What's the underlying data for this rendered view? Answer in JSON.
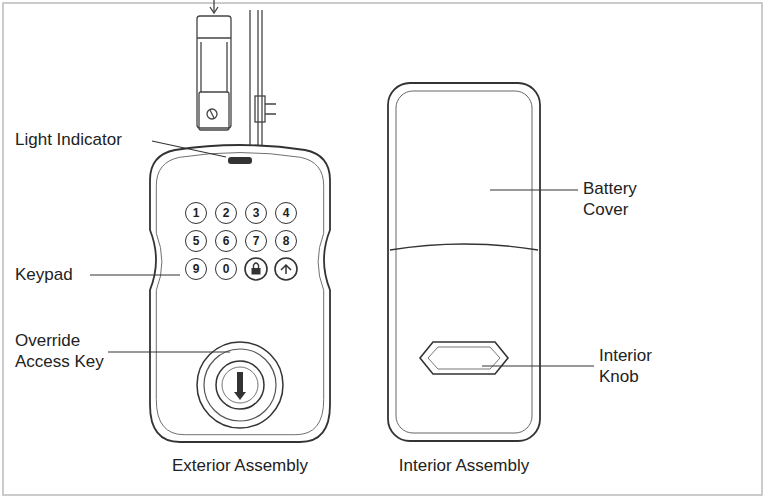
{
  "diagram": {
    "nodes": [
      {
        "text": [
          "1"
        ]
      },
      {
        "text": [
          "2"
        ]
      },
      {
        "text": [
          "3"
        ]
      },
      {
        "text": [
          "4"
        ]
      },
      {
        "text": [
          "5"
        ]
      },
      {
        "text": [
          "6"
        ]
      },
      {
        "text": [
          "7"
        ]
      },
      {
        "text": [
          "8"
        ]
      },
      {
        "text": [
          "9"
        ]
      },
      {
        "text": [
          "0"
        ]
      }
    ],
    "labels": [
      "Light Indicator",
      "Keypad",
      "Override Access Key",
      "Exterior Assembly",
      "Battery Cover",
      "Interior Knob",
      "Interior Assembly"
    ]
  }
}
